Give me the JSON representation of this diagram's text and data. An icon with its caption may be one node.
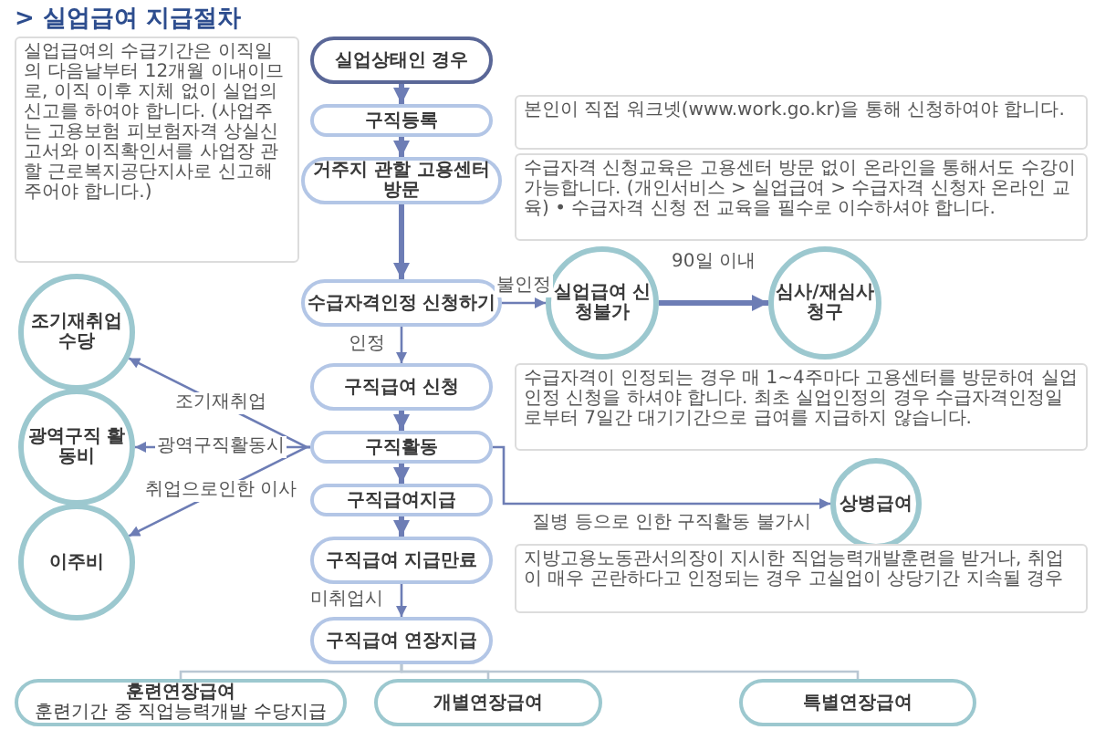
{
  "diagram": {
    "title": "> 실업급여 지급절차",
    "nodes": [
      {
        "text": [
          "실업상태인 경우"
        ]
      },
      {
        "text": [
          "구직등록"
        ]
      },
      {
        "text": [
          "거주지 관할 고용센터 방문"
        ]
      },
      {
        "text": [
          "수급자격인정 신청하기"
        ]
      },
      {
        "text": [
          "실업급여 신청불가"
        ]
      },
      {
        "text": [
          "심사/재심사 청구"
        ]
      },
      {
        "text": [
          "구직급여 신청"
        ]
      },
      {
        "text": [
          "구직활동"
        ]
      },
      {
        "text": [
          "구직급여지급"
        ]
      },
      {
        "text": [
          "구직급여 지급만료"
        ]
      },
      {
        "text": [
          "구직급여 연장지급"
        ]
      },
      {
        "text": [
          "조기재취업 수당"
        ]
      },
      {
        "text": [
          "광역구직 활동비"
        ]
      },
      {
        "text": [
          "이주비"
        ]
      },
      {
        "text": [
          "상병급여"
        ]
      },
      {
        "text": [
          "훈련연장급여",
          "훈련기간 중 직업능력개발 수당지급"
        ]
      },
      {
        "text": [
          "개별연장급여"
        ]
      },
      {
        "text": [
          "특별연장급여"
        ]
      },
      {
        "text": [
          "실업급여의 수급기간은 이직일의 다음날부터 12개월 이내이므로, 이직 이후 지체 없이 실업의 신고를 하여야 합니다. (사업주는 고용보험 피보험자격 상실신고서와 이직확인서를 사업장 관할 근로복지공단지사로 신고해주어야 합니다.)"
        ]
      },
      {
        "text": [
          "본인이 직접 워크넷(www.work.go.kr)을 통해 신청하여야 합니다."
        ]
      },
      {
        "text": [
          "수급자격 신청교육은 고용센터 방문 없이 온라인을 통해서도 수강이 가능합니다. (개인서비스 > 실업급여 > 수급자격 신청자 온라인 교육) • 수급자격 신청 전 교육을 필수로 이수하셔야 합니다."
        ]
      },
      {
        "text": [
          "수급자격이 인정되는 경우 매 1~4주마다 고용센터를 방문하여 실업인정 신청을 하셔야 합니다. 최초 실업인정의 경우 수급자격인정일로부터 7일간 대기기간으로 급여를 지급하지 않습니다."
        ]
      },
      {
        "text": [
          "지방고용노동관서의장이 지시한 직업능력개발훈련을 받거나, 취업이 매우 곤란하다고 인정되는 경우 고실업이 상당기간 지속될 경우"
        ]
      }
    ],
    "edges": [
      {
        "from": 0,
        "to": 1,
        "arrow": "to",
        "style": "thick"
      },
      {
        "from": 1,
        "to": 2,
        "arrow": "to",
        "style": "thick"
      },
      {
        "from": 2,
        "to": 3,
        "arrow": "to",
        "style": "thick"
      },
      {
        "from": 3,
        "to": 4,
        "arrow": "to",
        "label": "불인정"
      },
      {
        "from": 4,
        "to": 5,
        "arrow": "to",
        "style": "thick"
      },
      {
        "from": 3,
        "to": 6,
        "arrow": "to",
        "label": "인정"
      },
      {
        "from": 6,
        "to": 7,
        "arrow": "to",
        "style": "thick"
      },
      {
        "from": 7,
        "to": 8,
        "arrow": "to",
        "style": "thick"
      },
      {
        "from": 8,
        "to": 9,
        "arrow": "to",
        "style": "thick"
      },
      {
        "from": 9,
        "to": 10,
        "arrow": "to",
        "label": "미취업시"
      },
      {
        "from": 7,
        "to": 11,
        "arrow": "to",
        "label": "조기재취업"
      },
      {
        "from": 7,
        "to": 12,
        "arrow": "to",
        "label": "광역구직활동시"
      },
      {
        "from": 7,
        "to": 13,
        "arrow": "to",
        "label": "취업으로인한 이사"
      },
      {
        "from": 7,
        "to": 14,
        "arrow": "to",
        "label": "질병 등으로 인한 구직활동 불가시"
      },
      {
        "from": 10,
        "to": 15,
        "arrow": "none",
        "color": "#b9c7d3"
      },
      {
        "from": 10,
        "to": 16,
        "arrow": "none",
        "color": "#b9c7d3"
      },
      {
        "from": 10,
        "to": 17,
        "arrow": "none",
        "color": "#b9c7d3"
      }
    ],
    "labels": [
      "90일 이내"
    ]
  }
}
